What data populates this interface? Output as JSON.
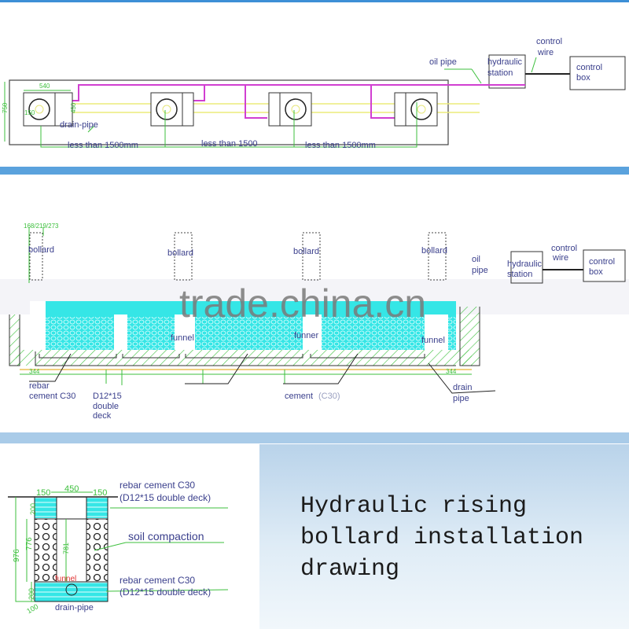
{
  "plan_view": {
    "dims": {
      "width_540": "540",
      "height_750": "750",
      "inner_150": "150",
      "side_450": "450"
    },
    "drain_pipe": "drain-pipe",
    "oil_pipe": "oil pipe",
    "hydraulic_station": [
      "hydraulic",
      "station"
    ],
    "control_wire": [
      "control",
      "wire"
    ],
    "control_box": [
      "control",
      "box"
    ],
    "spacing": [
      "less than 1500mm",
      "less than 1500",
      "less than 1500mm"
    ]
  },
  "section_view": {
    "diameters": "168/219/273",
    "bollards": [
      "bollard",
      "bollard",
      "bollard",
      "bollard"
    ],
    "funnels": [
      "funnel",
      "funner",
      "funnel"
    ],
    "oil_pipe": [
      "oil",
      "pipe"
    ],
    "hydraulic_station": [
      "hydraulic",
      "station"
    ],
    "control_wire": [
      "control",
      "wire"
    ],
    "control_box": [
      "control",
      "box"
    ],
    "dims": [
      "344",
      "344"
    ],
    "rebar": "rebar",
    "cement_c30": "cement C30",
    "d12": "D12*15",
    "double": "double",
    "deck": "deck",
    "cement": "cement",
    "cement_grade": "(C30)",
    "drain_pipe": [
      "drain",
      "pipe"
    ],
    "watermark": "trade.china.cn"
  },
  "detail_view": {
    "dims": {
      "left": "150",
      "mid": "450",
      "right": "150",
      "total": "976",
      "inner": "776",
      "top": "200",
      "bottom": "200",
      "pit": "781",
      "base": "100"
    },
    "top_layer": [
      "rebar cement C30",
      "(D12*15 double deck)"
    ],
    "soil": "soil compaction",
    "bottom_layer": [
      "rebar cement C30",
      "(D12*15 double deck)"
    ],
    "funnel": "funnel",
    "drain_pipe": "drain-pipe"
  },
  "title": {
    "lines": [
      "Hydraulic rising",
      "bollard installation",
      "drawing"
    ]
  },
  "colors": {
    "oil_pipe": "#d13fd1",
    "dimension": "#3cbf3c",
    "fill": "#35e6e6",
    "band": "#3d8fd6",
    "label": "#3a3f8c"
  }
}
